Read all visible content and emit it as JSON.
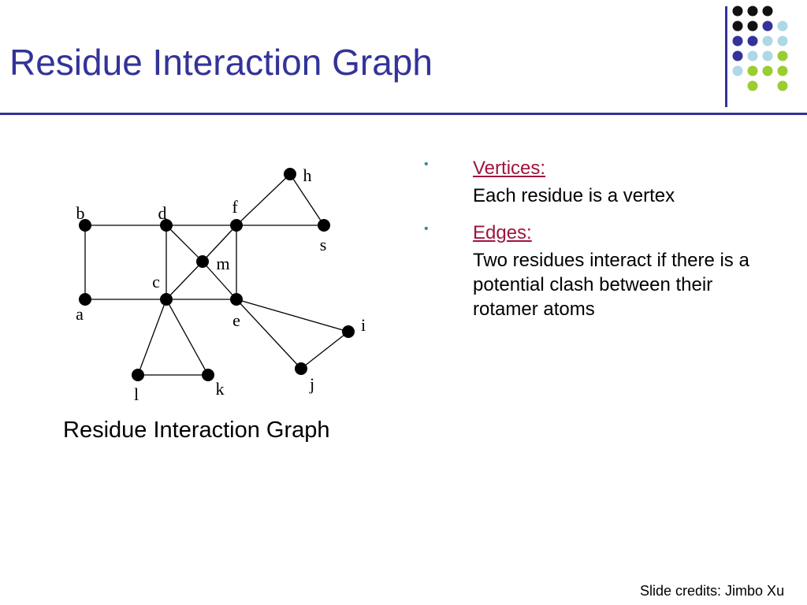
{
  "slide": {
    "title": "Residue Interaction Graph",
    "caption": "Residue Interaction Graph",
    "credits": "Slide credits: Jimbo Xu"
  },
  "colors": {
    "title": "#33339a",
    "bullet_heading": "#a0143c",
    "bullet_marker": "#3b8aa0",
    "decor_black": "#111111",
    "decor_indigo": "#33339a",
    "decor_light_blue": "#add8e6",
    "decor_lime": "#9acd32"
  },
  "decor_dot_grid": [
    [
      "black",
      "black",
      "black",
      null
    ],
    [
      "black",
      "black",
      "indigo",
      "light_blue"
    ],
    [
      "indigo",
      "indigo",
      "light_blue",
      "light_blue"
    ],
    [
      "indigo",
      "light_blue",
      "light_blue",
      "lime"
    ],
    [
      "light_blue",
      "lime",
      "lime",
      "lime"
    ],
    [
      null,
      "lime",
      null,
      "lime"
    ]
  ],
  "bullets": [
    {
      "heading": "Vertices:",
      "body": "Each residue is a vertex"
    },
    {
      "heading": "Edges:",
      "body": "Two residues interact if there is a potential clash between their rotamer atoms"
    }
  ],
  "graph": {
    "vertices": [
      "a",
      "b",
      "c",
      "d",
      "e",
      "f",
      "h",
      "i",
      "j",
      "k",
      "l",
      "m",
      "s"
    ],
    "edges": [
      [
        "b",
        "d"
      ],
      [
        "d",
        "f"
      ],
      [
        "f",
        "s"
      ],
      [
        "f",
        "h"
      ],
      [
        "h",
        "s"
      ],
      [
        "b",
        "a"
      ],
      [
        "a",
        "c"
      ],
      [
        "c",
        "e"
      ],
      [
        "d",
        "c"
      ],
      [
        "f",
        "e"
      ],
      [
        "d",
        "m"
      ],
      [
        "m",
        "e"
      ],
      [
        "c",
        "m"
      ],
      [
        "m",
        "f"
      ],
      [
        "c",
        "l"
      ],
      [
        "c",
        "k"
      ],
      [
        "l",
        "k"
      ],
      [
        "e",
        "i"
      ],
      [
        "e",
        "j"
      ],
      [
        "j",
        "i"
      ]
    ]
  }
}
